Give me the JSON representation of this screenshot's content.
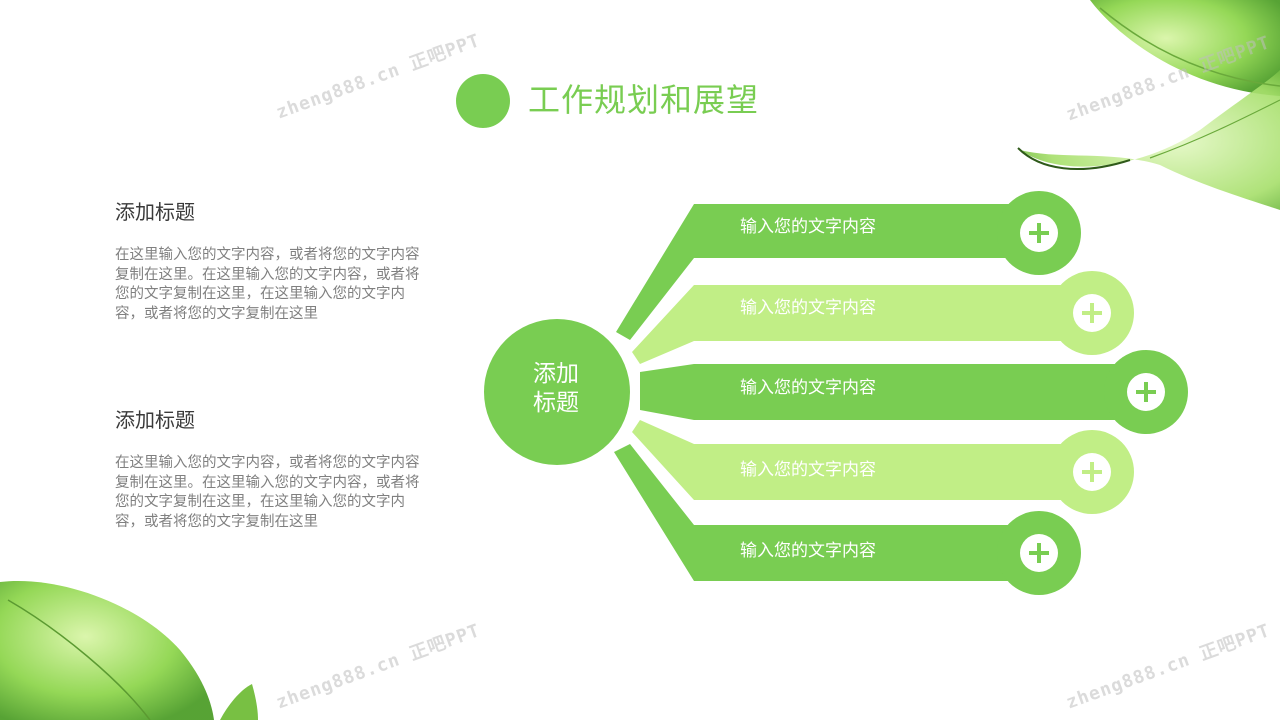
{
  "title": "工作规划和展望",
  "left_blocks": [
    {
      "heading": "添加标题",
      "body": "在这里输入您的文字内容，或者将您的文字内容复制在这里。在这里输入您的文字内容，或者将您的文字复制在这里，在这里输入您的文字内容，或者将您的文字复制在这里"
    },
    {
      "heading": "添加标题",
      "body": "在这里输入您的文字内容，或者将您的文字内容复制在这里。在这里输入您的文字内容，或者将您的文字复制在这里，在这里输入您的文字内容，或者将您的文字复制在这里"
    }
  ],
  "diagram": {
    "hub_label": "添加标题",
    "items": [
      {
        "label": "输入您的文字内容",
        "shade": "dark"
      },
      {
        "label": "输入您的文字内容",
        "shade": "light"
      },
      {
        "label": "输入您的文字内容",
        "shade": "dark"
      },
      {
        "label": "输入您的文字内容",
        "shade": "light"
      },
      {
        "label": "输入您的文字内容",
        "shade": "dark"
      }
    ],
    "icon": "plus-icon"
  },
  "watermark_text": "zheng888.cn 正吧PPT",
  "colors": {
    "dark_green": "#79cd52",
    "light_green": "#c1ee86",
    "leaf_green": "#8fd64e"
  }
}
